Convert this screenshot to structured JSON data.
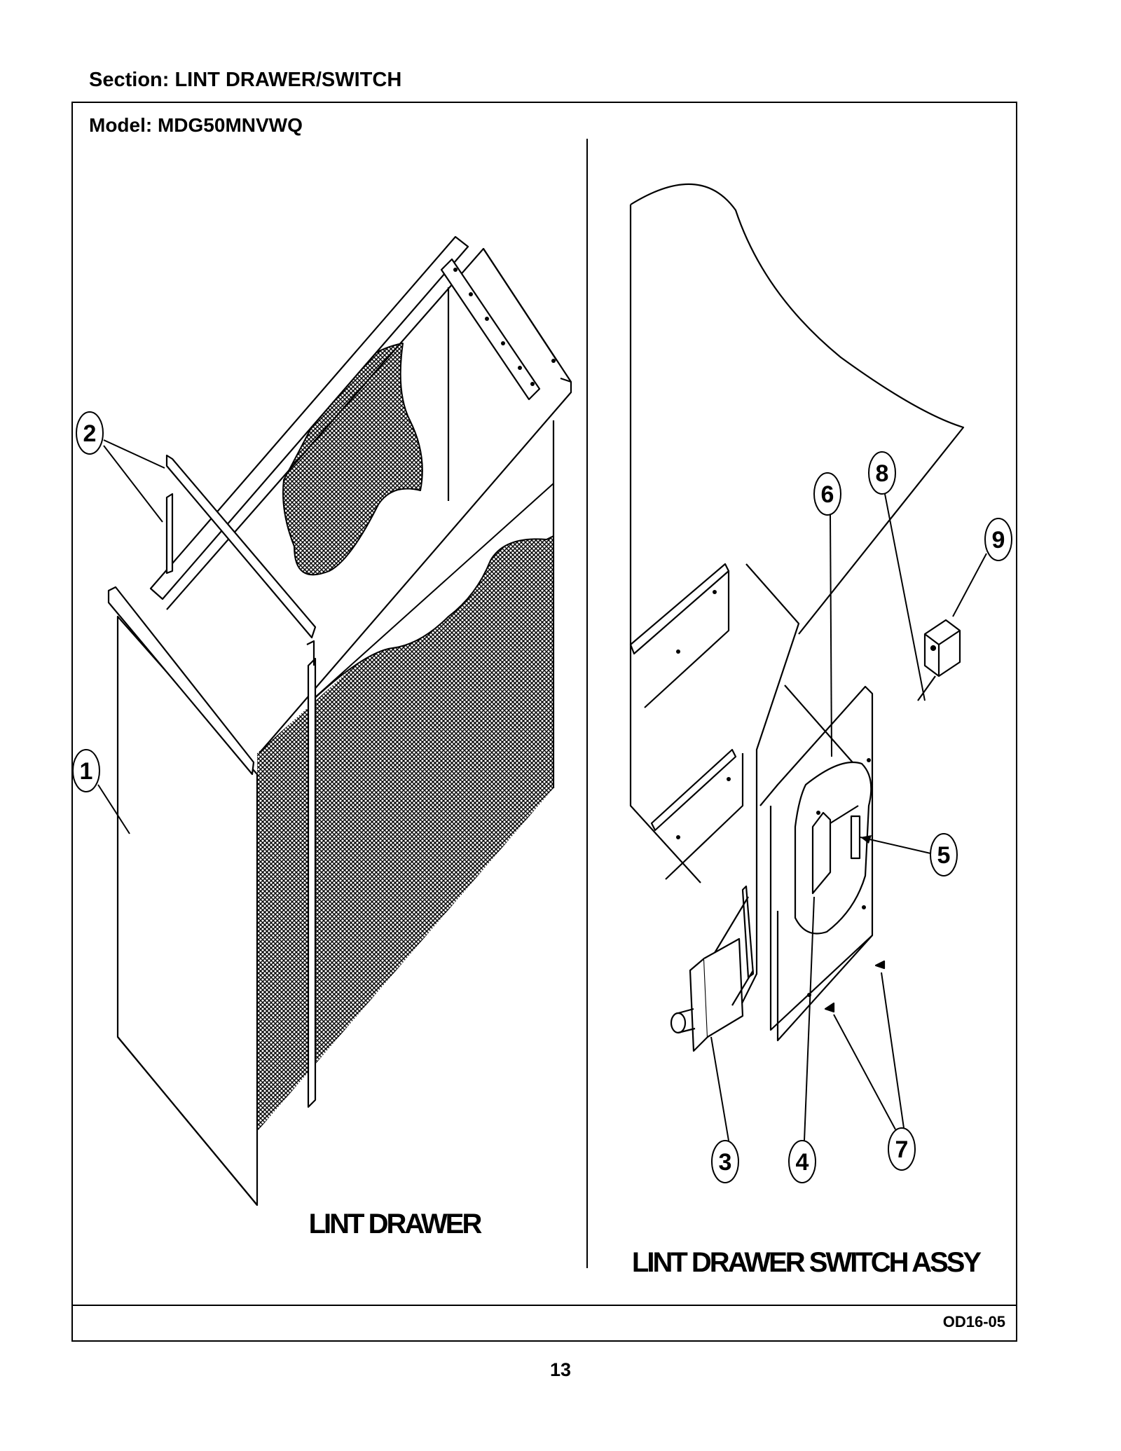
{
  "header": {
    "section": "Section:  LINT DRAWER/SWITCH",
    "model": "Model:  MDG50MNVWQ"
  },
  "diagrams": {
    "left_caption": "LINT DRAWER",
    "right_caption": "LINT DRAWER SWITCH ASSY"
  },
  "callouts": {
    "c1": "1",
    "c2": "2",
    "c3": "3",
    "c4": "4",
    "c5": "5",
    "c6": "6",
    "c7": "7",
    "c8": "8",
    "c9": "9"
  },
  "footer": {
    "ref_code": "OD16-05",
    "page_number": "13"
  }
}
